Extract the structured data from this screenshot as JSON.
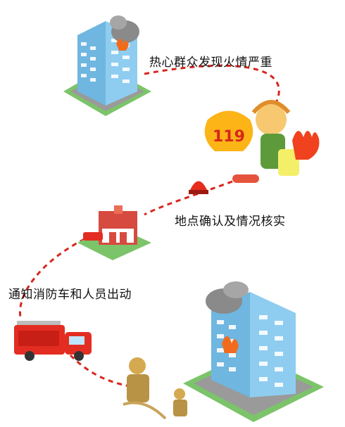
{
  "steps": [
    {
      "label": "热心群众发现火情严重"
    },
    {
      "label": "地点确认及情况核实"
    },
    {
      "label": "通知消防车和人员出动"
    }
  ],
  "emergency_number": "119",
  "colors": {
    "route_line": "#d7261e",
    "building_body": "#8ecdf0",
    "building_window": "#ffffff",
    "fire": "#f26b1d",
    "smoke": "#8a8a8a",
    "truck_red": "#e32d22",
    "grass": "#7cc46a"
  }
}
